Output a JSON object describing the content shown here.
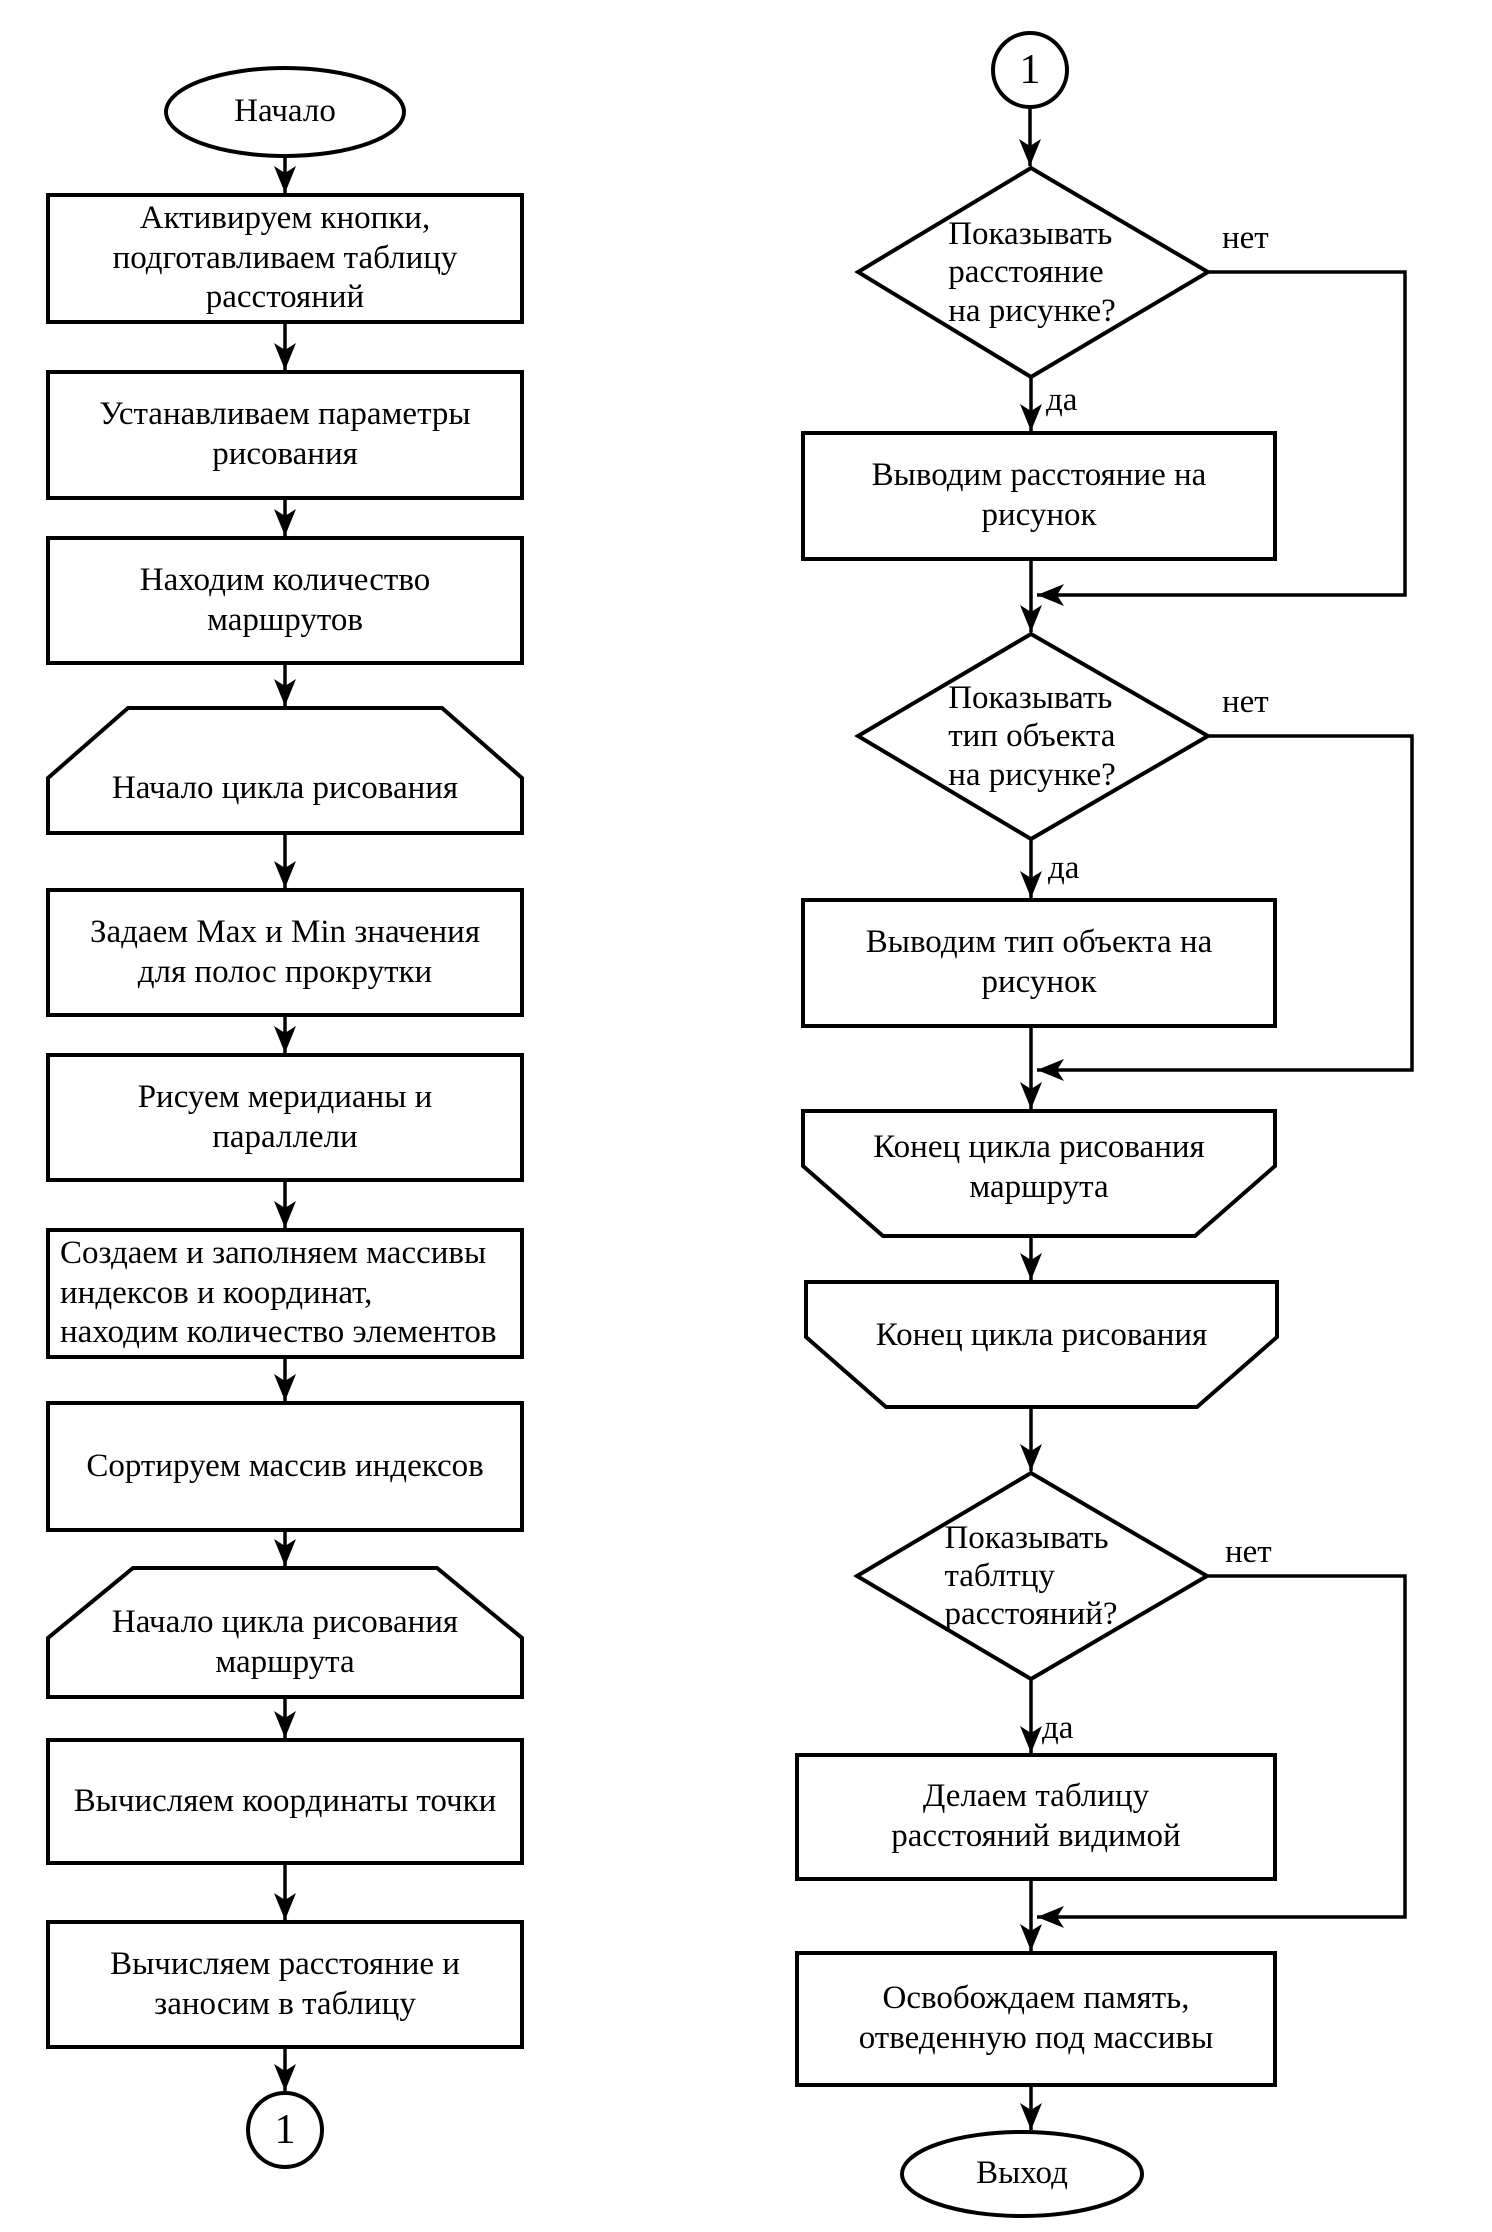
{
  "page": {
    "background": "#ffffff",
    "ink": "#000000"
  },
  "branch_labels": {
    "yes": "да",
    "no": "нет"
  },
  "connectors": {
    "left_bottom": "1",
    "right_top": "1"
  },
  "nodes": {
    "start": "Начало",
    "activate_buttons": "Активируем кнопки,\nподготавливаем таблицу\nрасстояний",
    "set_draw_params": "Устанавливаем параметры\nрисования",
    "find_route_count": "Находим количество\nмаршрутов",
    "loop_start_drawing": "Начало цикла рисования",
    "set_scroll_minmax": "Задаем Max и Min значения\nдля полос прокрутки",
    "draw_meridians": "Рисуем меридианы и\nпараллели",
    "create_arrays": "Создаем и заполняем массивы\nиндексов и координат,\nнаходим количество элементов",
    "sort_index_array": "Сортируем массив индексов",
    "loop_start_route": "Начало цикла рисования\nмаршрута",
    "compute_point_coords": "Вычисляем координаты точки",
    "compute_distance": "Вычисляем расстояние и\nзаносим в таблицу",
    "show_distance_q": "Показывать\nрасстояние\nна рисунке?",
    "output_distance": "Выводим расстояние на\nрисунок",
    "show_type_q": "Показывать\nтип объекта\nна рисунке?",
    "output_type": "Выводим тип объекта на\nрисунок",
    "loop_end_route": "Конец цикла рисования\nмаршрута",
    "loop_end_drawing": "Конец цикла рисования",
    "show_table_q": "Показывать\nтаблтцу\nрасстояний?",
    "make_table_visible": "Делаем таблицу\nрасстояний видимой",
    "free_memory": "Освобождаем память,\nотведенную под массивы",
    "exit": "Выход"
  }
}
